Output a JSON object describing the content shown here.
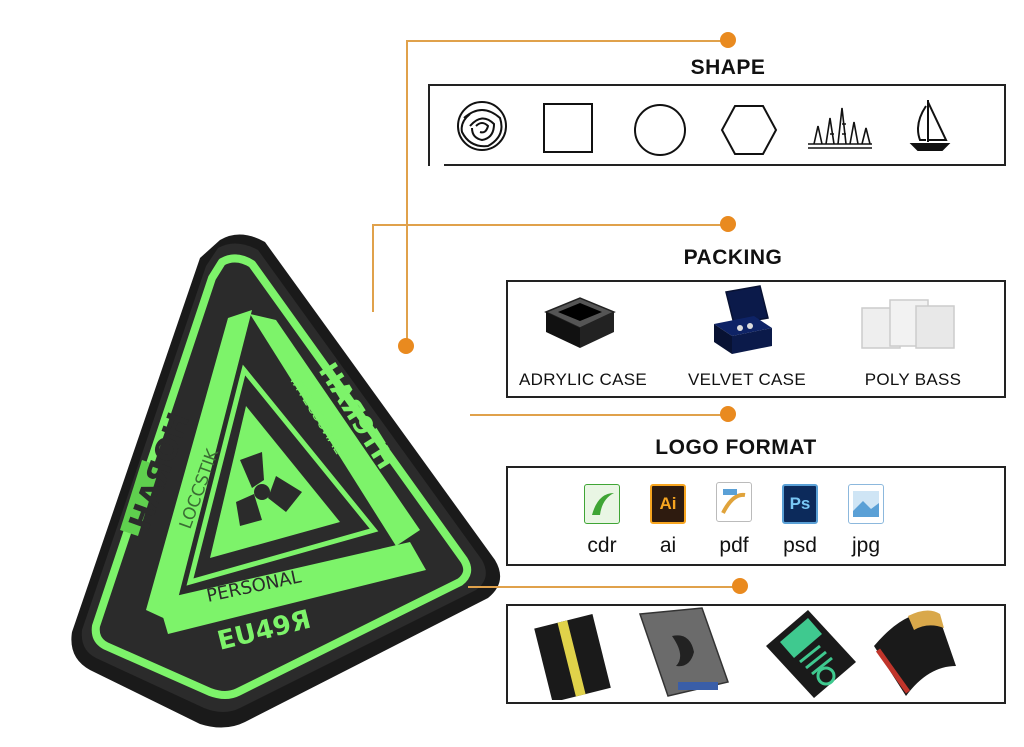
{
  "accent_color": "#e98a1f",
  "patch": {
    "top_left_text": "HAЯOH",
    "top_right_text": "HAЯ9TH",
    "left_inner_text": "LOCCSTIK",
    "right_inner_text": "IЯTECSUИAL",
    "bottom_inner_text": "PERSONAL",
    "bottom_text": "ЕU49Я",
    "rubber_color": "#7df36a",
    "base_color": "#2b2b2b"
  },
  "shape": {
    "title": "SHAPE",
    "icons": [
      "rose-icon",
      "square-icon",
      "circle-icon",
      "hexagon-icon",
      "city-skyline-icon",
      "sailboat-icon"
    ]
  },
  "packing": {
    "title": "PACKING",
    "items": [
      {
        "label": "ADRYLIC CASE",
        "icon": "acrylic-case-icon"
      },
      {
        "label": "VELVET CASE",
        "icon": "velvet-case-icon"
      },
      {
        "label": "POLY BASS",
        "icon": "poly-bag-icon"
      }
    ]
  },
  "logo_format": {
    "title": "LOGO FORMAT",
    "items": [
      {
        "label": "cdr",
        "icon_text": "",
        "icon": "coreldraw-icon",
        "color": "#3fa535"
      },
      {
        "label": "ai",
        "icon_text": "Ai",
        "icon": "illustrator-icon",
        "color": "#2e1b0f"
      },
      {
        "label": "pdf",
        "icon_text": "",
        "icon": "pdf-icon",
        "color": "#e0a33b"
      },
      {
        "label": "psd",
        "icon_text": "Ps",
        "icon": "photoshop-icon",
        "color": "#0c2a5b"
      },
      {
        "label": "jpg",
        "icon_text": "",
        "icon": "jpg-icon",
        "color": "#5aa0d6"
      }
    ]
  },
  "backing": {
    "icons": [
      "black-yellow-patch-icon",
      "grey-patch-icon",
      "flag-patch-icon",
      "curved-patch-icon"
    ]
  }
}
